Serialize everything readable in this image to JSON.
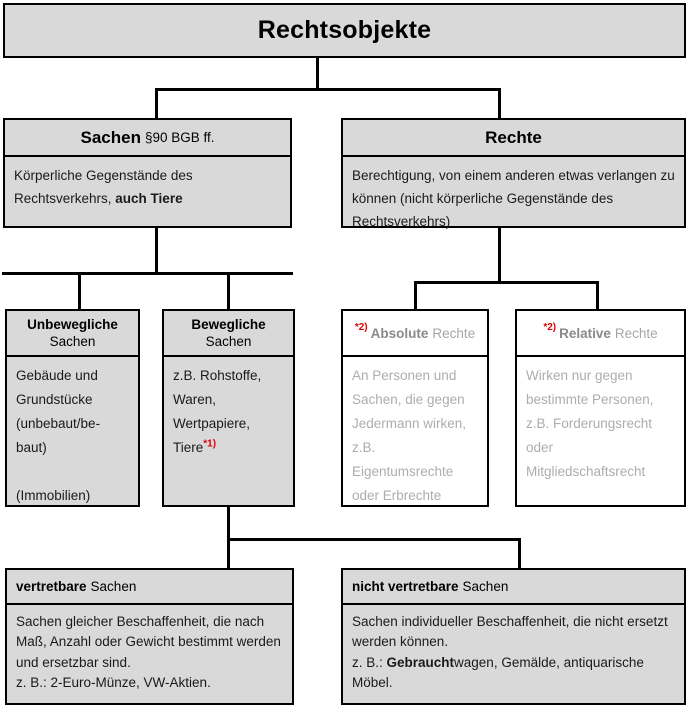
{
  "title": {
    "text": "Rechtsobjekte"
  },
  "level2": {
    "sachen": {
      "head_strong": "Sachen",
      "head_weak": "§90 BGB ff.",
      "body_pre": "Körperliche Gegenstände des Rechtsverkehrs, ",
      "body_bold": "auch Tiere"
    },
    "rechte": {
      "head_strong": "Rechte",
      "body": "Berechtigung, von einem anderen etwas verlangen zu können (nicht körperliche Gegenstände des Rechtsverkehrs)"
    }
  },
  "level3": {
    "unbewegliche": {
      "head_strong": "Unbewegliche",
      "head_weak": "Sachen",
      "body": "Gebäude und Grundstücke (unbebaut/be-baut)\n\n(Immobilien)"
    },
    "bewegliche": {
      "head_strong": "Bewegliche",
      "head_weak": "Sachen",
      "body_pre": "z.B. Rohstoffe, Waren, Wertpapiere, Tiere",
      "body_mark": "*1)"
    },
    "absolute": {
      "mark": "*2)",
      "head_strong": "Absolute",
      "head_weak": "Rechte",
      "body": "An Personen und Sachen, die gegen Jedermann wirken, z.B. Eigentumsrechte oder Erbrechte"
    },
    "relative": {
      "mark": "*2)",
      "head_strong": "Relative",
      "head_weak": "Rechte",
      "body": "Wirken nur gegen bestimmte Personen, z.B. Forderungsrecht oder Mitgliedschaftsrecht"
    }
  },
  "level4": {
    "vertretbare": {
      "head_strong": "vertretbare",
      "head_weak": "Sachen",
      "body": "Sachen gleicher Beschaffenheit, die nach Maß, Anzahl oder Gewicht bestimmt werden und ersetzbar sind.\nz. B.: 2-Euro-Münze, VW-Aktien."
    },
    "nicht_vertretbare": {
      "head_strong": "nicht vertretbare",
      "head_weak": "Sachen",
      "body_line1": "Sachen individueller Beschaffenheit, die nicht ersetzt werden können.",
      "body_line2_pre": "z. B.: ",
      "body_line2_bold": "Gebraucht",
      "body_line2_post": "wagen, Gemälde, antiquarische Möbel."
    }
  },
  "colors": {
    "box_fill": "#d9d9d9",
    "box_fill_white": "#ffffff",
    "border": "#000000",
    "accent_red": "#e00000",
    "muted_text": "#adadad"
  }
}
